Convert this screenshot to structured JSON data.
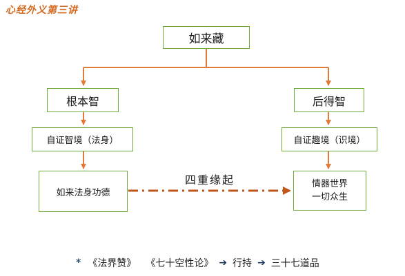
{
  "header": {
    "title": "心经外义第三讲"
  },
  "diagram": {
    "root": "如来藏",
    "left_branch": "根本智",
    "right_branch": "后得智",
    "left_state": "自证智境（法身）",
    "right_state": "自证趣境（识境）",
    "left_result": "如来法身功德",
    "right_result_line1": "情器世界",
    "right_result_line2": "一切众生",
    "relation": "四重缘起"
  },
  "footer": {
    "star": "*",
    "text1": "《法界赞》",
    "text2": "《七十空性论》",
    "text3": "行持",
    "text4": "三十七道品",
    "arrow": "➔"
  },
  "colors": {
    "connector": "#e07b39",
    "box_border": "#6aaa35",
    "title": "#d2691e",
    "dashed_arrow": "#c0561a"
  }
}
